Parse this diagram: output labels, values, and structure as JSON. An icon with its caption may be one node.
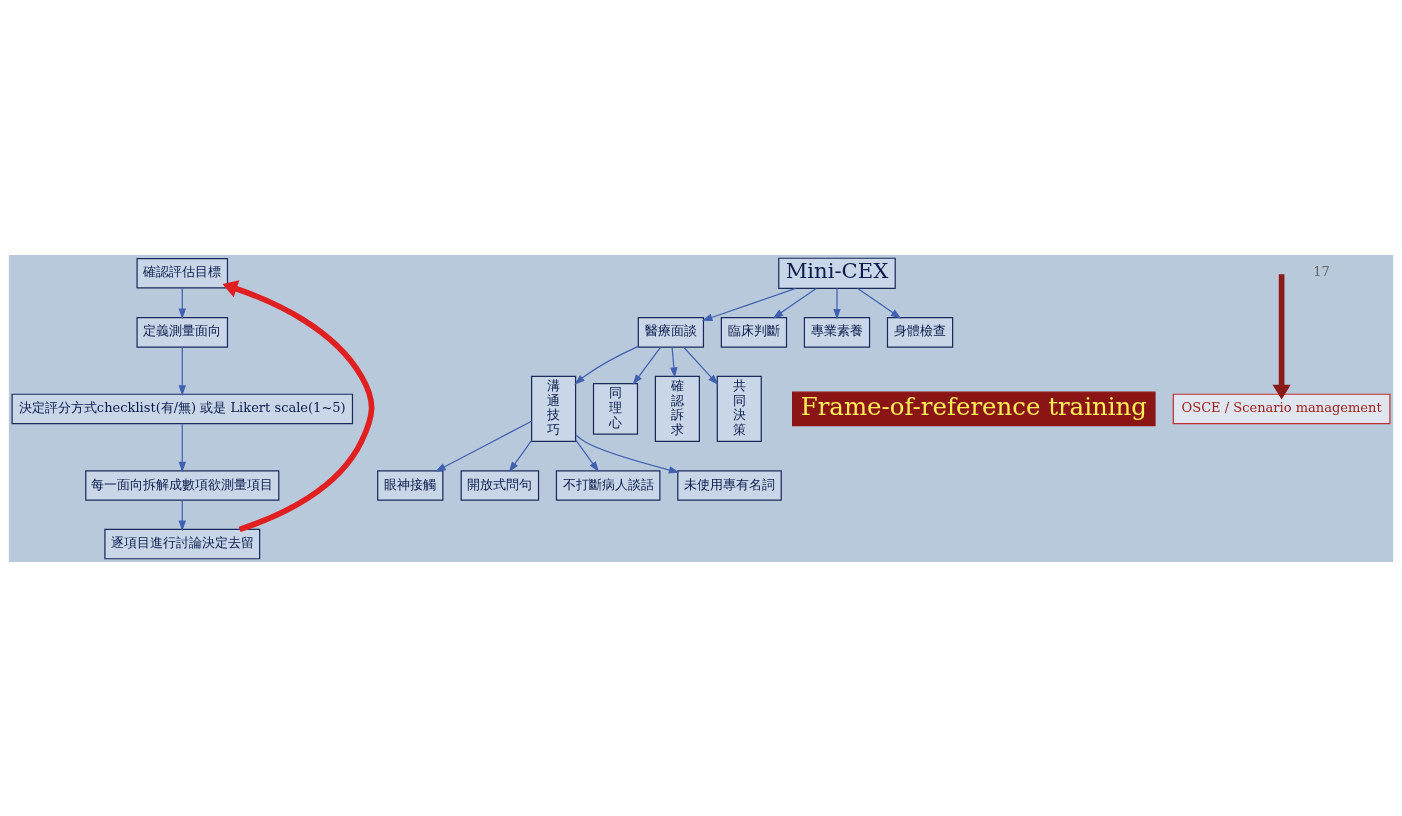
{
  "diagram": {
    "nodes": [
      {
        "text": [
          "確認評估目標"
        ]
      },
      {
        "text": [
          "定義測量面向"
        ]
      },
      {
        "text": [
          "決定評分方式checklist(有/無) 或是 Likert scale(1~5)"
        ]
      },
      {
        "text": [
          "每一面向拆解成數項欲測量項目"
        ]
      },
      {
        "text": [
          "逐項目進行討論決定去留"
        ]
      },
      {
        "text": [
          "Mini-CEX"
        ]
      },
      {
        "text": [
          "醫療面談"
        ]
      },
      {
        "text": [
          "臨床判斷"
        ]
      },
      {
        "text": [
          "專業素養"
        ]
      },
      {
        "text": [
          "身體檢查"
        ]
      },
      {
        "text": [
          "Frame-of-reference training"
        ]
      },
      {
        "text": [
          "溝通技巧"
        ]
      },
      {
        "text": [
          "同理心"
        ]
      },
      {
        "text": [
          "確認訴求"
        ]
      },
      {
        "text": [
          "共同決策"
        ]
      },
      {
        "text": [
          "OSCE / Scenario management"
        ]
      },
      {
        "text": [
          "眼神接觸"
        ]
      },
      {
        "text": [
          "開放式問句"
        ]
      },
      {
        "text": [
          "不打斷病人談話"
        ]
      },
      {
        "text": [
          "未使用專有名詞"
        ]
      }
    ],
    "edges": [
      {
        "from": 0,
        "to": 1,
        "arrow": "to"
      },
      {
        "from": 1,
        "to": 2,
        "arrow": "to"
      },
      {
        "from": 2,
        "to": 3,
        "arrow": "to"
      },
      {
        "from": 3,
        "to": 4,
        "arrow": "to"
      },
      {
        "from": 4,
        "to": 0,
        "arrow": "to",
        "style": "thick",
        "color": "#e02020"
      },
      {
        "from": 5,
        "to": 6,
        "arrow": "to"
      },
      {
        "from": 5,
        "to": 7,
        "arrow": "to"
      },
      {
        "from": 5,
        "to": 8,
        "arrow": "to"
      },
      {
        "from": 5,
        "to": 9,
        "arrow": "to"
      },
      {
        "from": 6,
        "to": 11,
        "arrow": "to"
      },
      {
        "from": 6,
        "to": 12,
        "arrow": "to"
      },
      {
        "from": 6,
        "to": 13,
        "arrow": "to"
      },
      {
        "from": 6,
        "to": 14,
        "arrow": "to"
      },
      {
        "from": null,
        "to": 15,
        "arrow": "to",
        "style": "thick",
        "color": "#8b1a1a"
      },
      {
        "from": 11,
        "to": 16,
        "arrow": "to"
      },
      {
        "from": 11,
        "to": 17,
        "arrow": "to"
      },
      {
        "from": 11,
        "to": 18,
        "arrow": "to"
      },
      {
        "from": 11,
        "to": 19,
        "arrow": "to"
      }
    ],
    "labels": [
      "17"
    ]
  }
}
